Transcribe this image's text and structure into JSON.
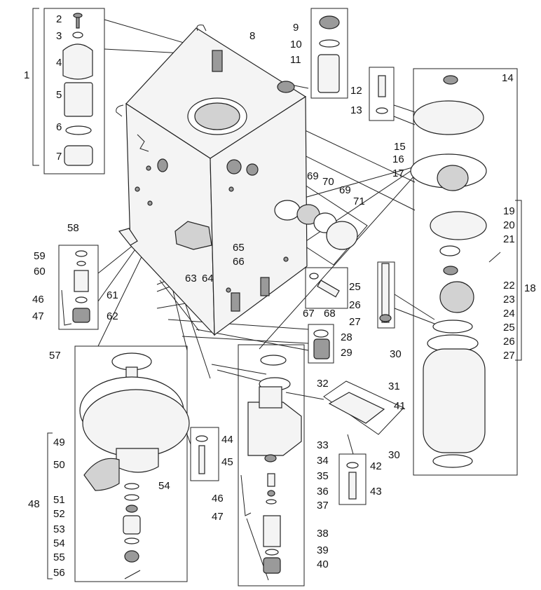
{
  "figure": {
    "description_labels": [
      "1",
      "2",
      "3",
      "4",
      "5",
      "6",
      "7",
      "8",
      "9",
      "10",
      "11",
      "12",
      "13",
      "14",
      "15",
      "16",
      "17",
      "18",
      "19",
      "20",
      "21",
      "22",
      "23",
      "24",
      "25",
      "26",
      "27",
      "28",
      "29",
      "30",
      "31",
      "32",
      "33",
      "34",
      "35",
      "36",
      "37",
      "38",
      "39",
      "40",
      "41",
      "42",
      "43",
      "44",
      "45",
      "46",
      "47",
      "48",
      "49",
      "50",
      "51",
      "52",
      "53",
      "54",
      "55",
      "56",
      "57",
      "58",
      "59",
      "60",
      "61",
      "62",
      "63",
      "64",
      "65",
      "66",
      "67",
      "68",
      "69",
      "70",
      "71"
    ],
    "callouts": {
      "c1": "1",
      "c2": "2",
      "c3": "3",
      "c4": "4",
      "c5": "5",
      "c6": "6",
      "c7": "7",
      "c8": "8",
      "c9": "9",
      "c10": "10",
      "c11": "11",
      "c12": "12",
      "c13": "13",
      "c14": "14",
      "c15": "15",
      "c16": "16",
      "c17": "17",
      "c18": "18",
      "c19": "19",
      "c20": "20",
      "c21": "21",
      "c22": "22",
      "c23": "23",
      "c24": "24",
      "c25": "25",
      "c26": "26",
      "c27": "27",
      "c25b": "25",
      "c26b": "26",
      "c27b": "27",
      "c28": "28",
      "c29": "29",
      "c30a": "30",
      "c30b": "30",
      "c31": "31",
      "c32": "32",
      "c33": "33",
      "c34": "34",
      "c35": "35",
      "c36": "36",
      "c37": "37",
      "c38": "38",
      "c39": "39",
      "c40": "40",
      "c41": "41",
      "c42": "42",
      "c43": "43",
      "c44": "44",
      "c45": "45",
      "c46a": "46",
      "c47a": "47",
      "c46b": "46",
      "c47b": "47",
      "c48": "48",
      "c49": "49",
      "c50": "50",
      "c51": "51",
      "c52": "52",
      "c53": "53",
      "c54a": "54",
      "c54b": "54",
      "c55": "55",
      "c56": "56",
      "c57": "57",
      "c58": "58",
      "c59": "59",
      "c60": "60",
      "c61": "61",
      "c62": "62",
      "c63": "63",
      "c64": "64",
      "c65": "65",
      "c66": "66",
      "c67": "67",
      "c68": "68",
      "c69a": "69",
      "c69b": "69",
      "c70": "70",
      "c71": "71"
    }
  }
}
